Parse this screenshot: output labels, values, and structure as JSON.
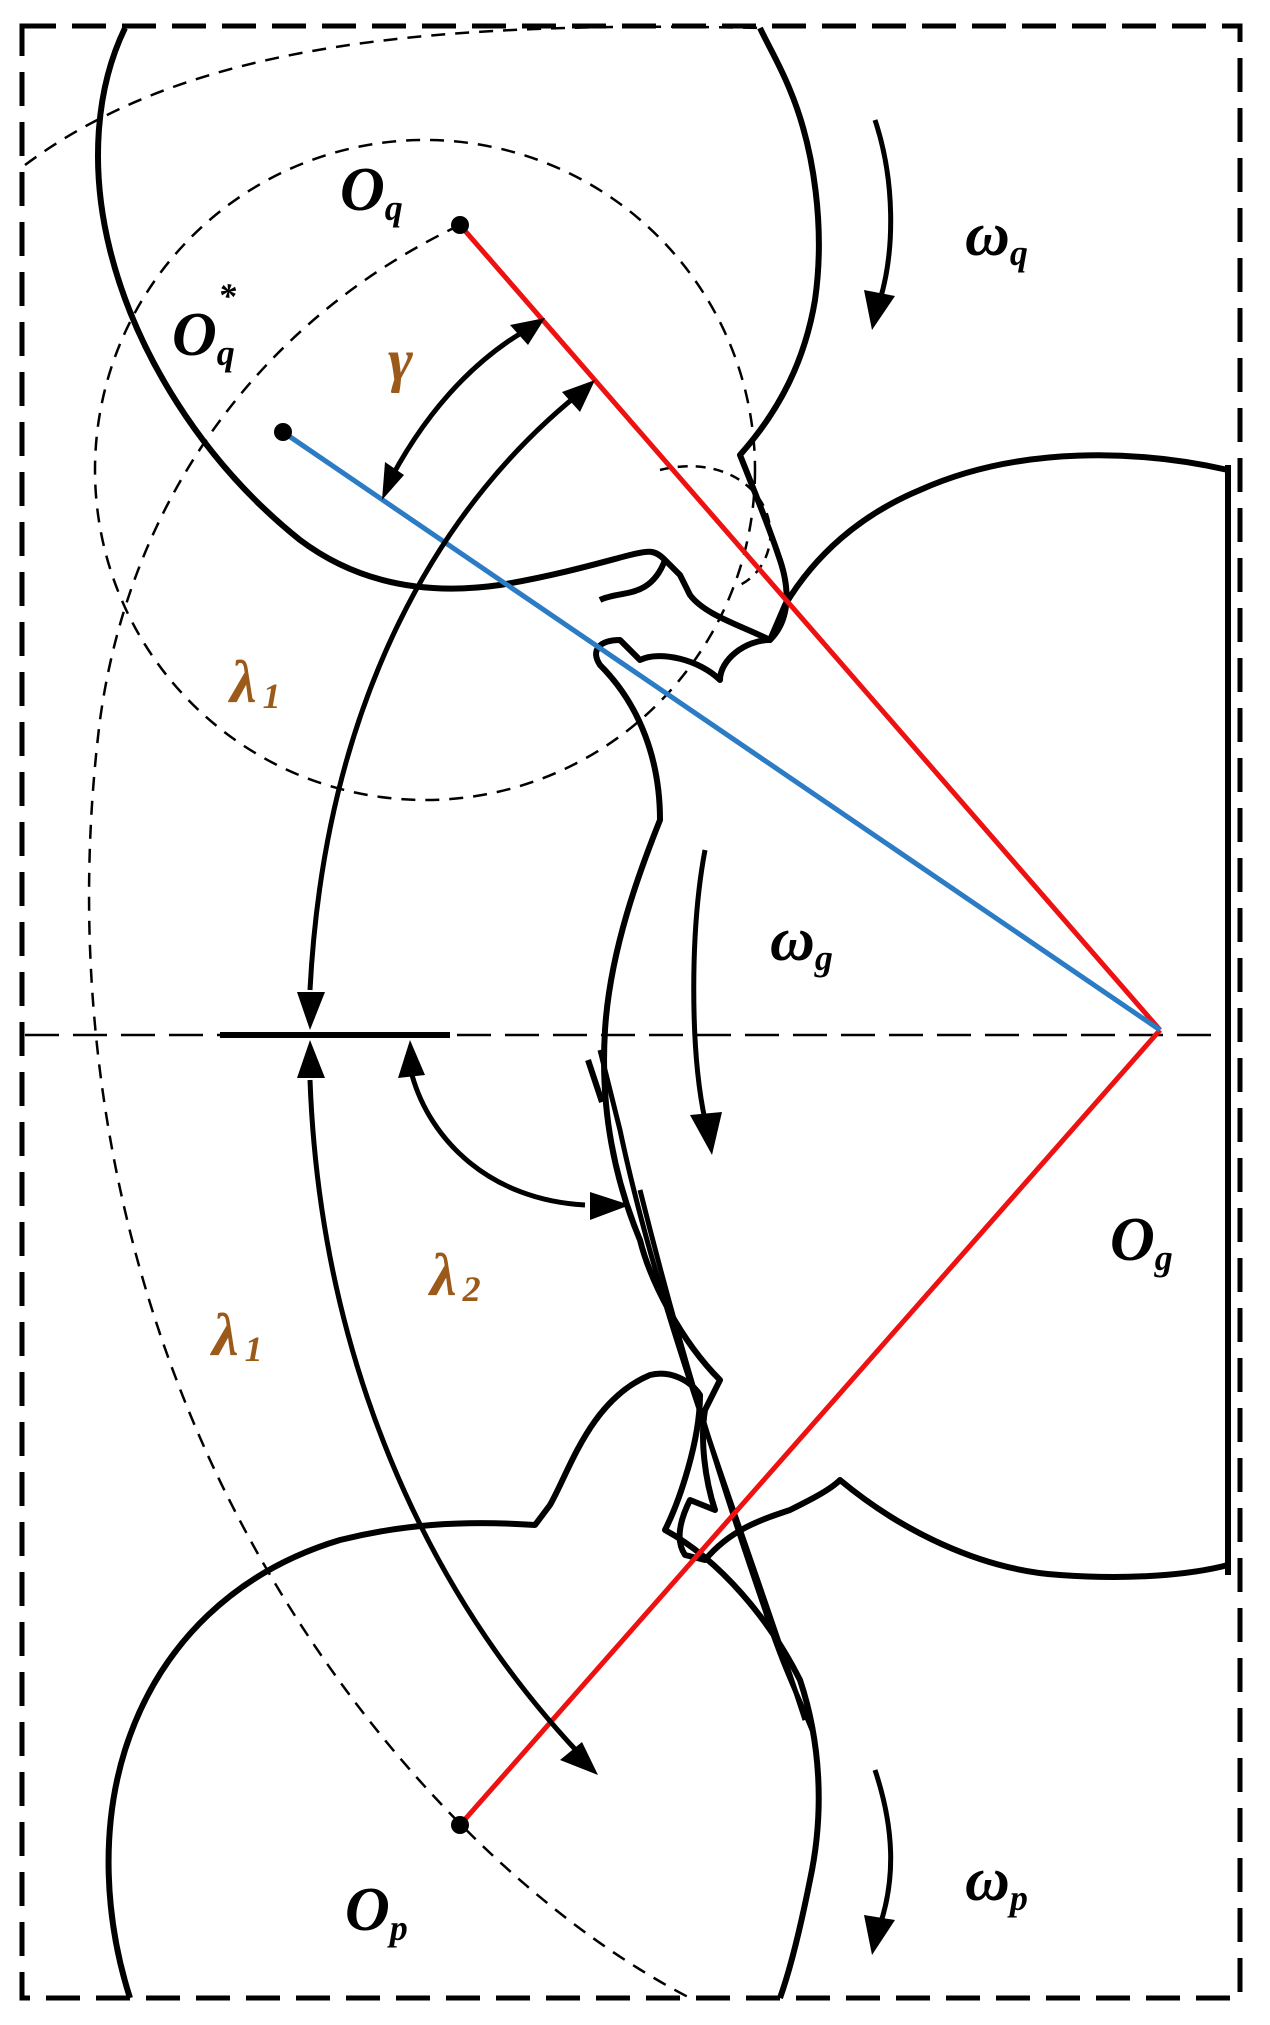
{
  "labels": {
    "Oq": {
      "main": "O",
      "sub": "q"
    },
    "Oq_star": {
      "main": "O",
      "sub": "q",
      "sup": "*"
    },
    "omega_q": {
      "main": "ω",
      "sub": "q"
    },
    "omega_g": {
      "main": "ω",
      "sub": "g"
    },
    "omega_p": {
      "main": "ω",
      "sub": "p"
    },
    "Og": {
      "main": "O",
      "sub": "g"
    },
    "Op": {
      "main": "O",
      "sub": "p"
    },
    "gamma": {
      "main": "γ"
    },
    "lambda1_upper": {
      "main": "λ",
      "sub": "1"
    },
    "lambda1_lower": {
      "main": "λ",
      "sub": "1"
    },
    "lambda2": {
      "main": "λ",
      "sub": "2"
    }
  },
  "colors": {
    "outline": "#000000",
    "red_line": "#ee1111",
    "blue_line": "#2b7cc4",
    "angle_label": "#9b5a1a"
  }
}
